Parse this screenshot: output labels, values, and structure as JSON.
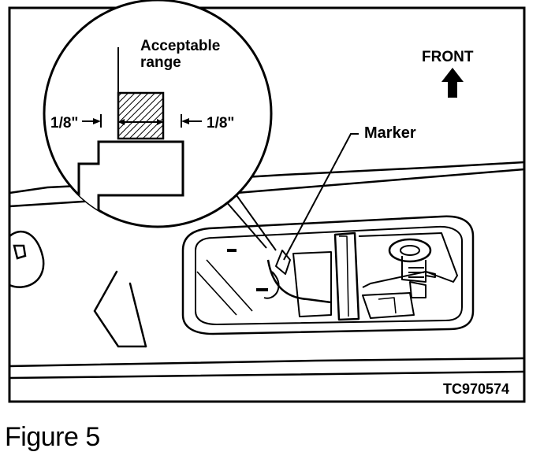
{
  "figure": {
    "labels": {
      "acceptable_line1": "Acceptable",
      "acceptable_line2": "range",
      "left_tolerance": "1/8\"",
      "right_tolerance": "1/8\"",
      "marker": "Marker",
      "front": "FRONT",
      "code": "TC970574"
    },
    "icons": {
      "front_arrow": "up-arrow-icon"
    }
  },
  "caption": "Figure 5"
}
